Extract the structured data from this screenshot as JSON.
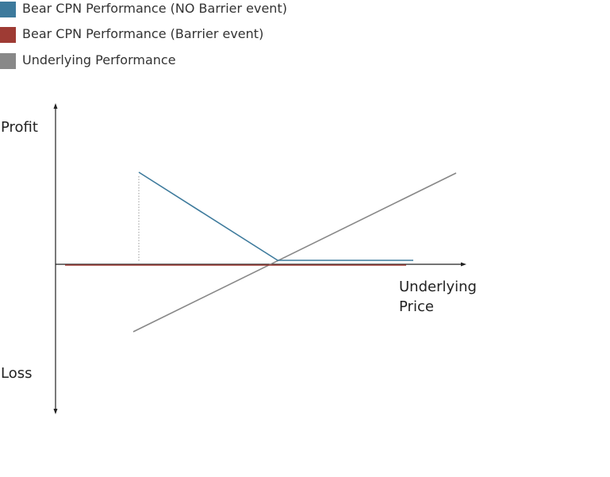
{
  "legend": [
    {
      "label": "Bear CPN Performance (NO Barrier event)",
      "color": "#3d7a9c"
    },
    {
      "label": "Bear CPN Performance (Barrier event)",
      "color": "#9e3b34"
    },
    {
      "label": "Underlying Performance",
      "color": "#888888"
    }
  ],
  "axes": {
    "y_top_label": "Profit",
    "y_bottom_label": "Loss",
    "x_label_line1": "Underlying",
    "x_label_line2": "Price"
  },
  "colors": {
    "axis": "#222222",
    "no_barrier": "#3d7a9c",
    "barrier": "#9e3b34",
    "underlying": "#888888",
    "barrier_marker": "#999999"
  }
}
